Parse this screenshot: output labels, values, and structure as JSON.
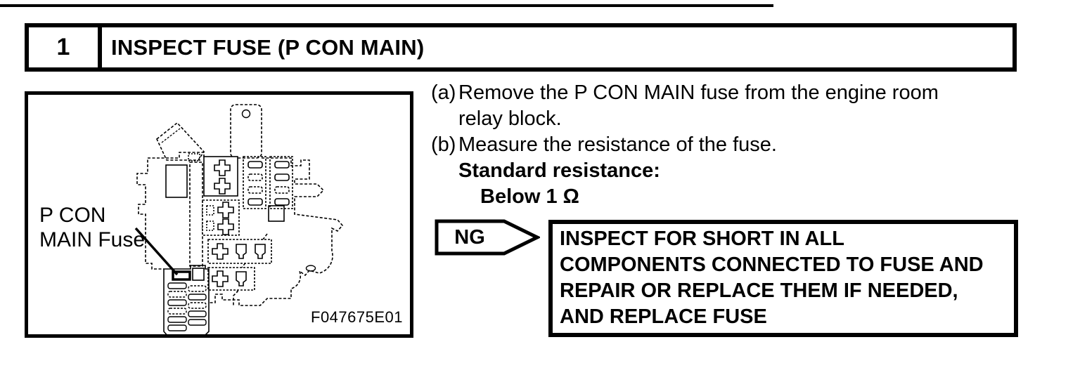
{
  "colors": {
    "ink": "#000000",
    "paper": "#ffffff"
  },
  "step_header": {
    "number": "1",
    "title": "INSPECT FUSE (P CON MAIN)"
  },
  "figure": {
    "callout": {
      "line1": "P CON",
      "line2": "MAIN Fuse"
    },
    "code": "F047675E01"
  },
  "instructions": [
    {
      "marker": "(a)",
      "lines": [
        "Remove the P CON MAIN fuse from the engine room",
        "relay block."
      ]
    },
    {
      "marker": "(b)",
      "lines": [
        "Measure the resistance of the fuse."
      ]
    }
  ],
  "spec": {
    "heading": "Standard resistance:",
    "value": "Below 1 Ω"
  },
  "decision": {
    "label": "NG",
    "result": {
      "line1": "INSPECT FOR SHORT IN ALL",
      "line2": "COMPONENTS CONNECTED TO FUSE AND",
      "line3": "REPAIR OR REPLACE THEM IF NEEDED,",
      "line4": "AND REPLACE FUSE"
    }
  }
}
